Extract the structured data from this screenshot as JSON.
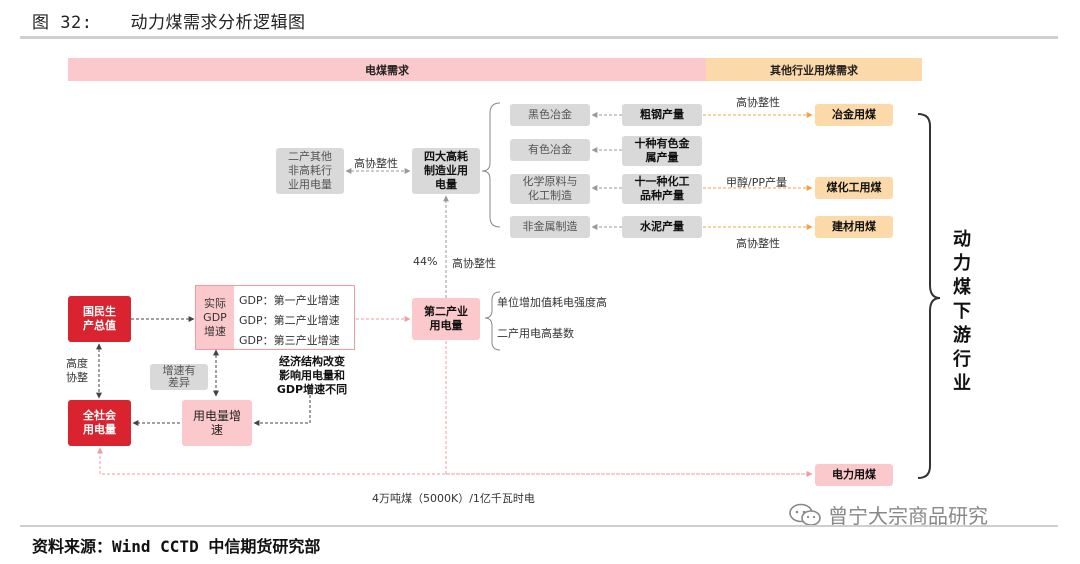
{
  "header": {
    "figure_number": "图 32:",
    "title": "动力煤需求分析逻辑图"
  },
  "banners": {
    "left": "电煤需求",
    "right": "其他行业用煤需求"
  },
  "top": {
    "other_secondary": "二产其他\n非高耗行\n业用电量",
    "four_high": "四大高耗\n制造业用\n电量",
    "coord_label": "高协整性",
    "industries": [
      "黑色冶金",
      "有色冶金",
      "化学原料与\n化工制造",
      "非金属制造"
    ],
    "products": [
      "粗钢产量",
      "十种有色金\n属产量",
      "十一种化工\n品种产量",
      "水泥产量"
    ],
    "product_labels": [
      "高协整性",
      "甲醇/PP产量",
      "高协整性"
    ],
    "coal_uses": [
      "冶金用煤",
      "煤化工用煤",
      "建材用煤"
    ]
  },
  "middle": {
    "pct": "44%",
    "coord_label": "高协整性",
    "secondary_power": "第二产业\n用电量",
    "unit_intensity": "单位增加值耗电强度高",
    "secondary_base": "二产用电高基数"
  },
  "left": {
    "gdp_total": "国民生\n产总值",
    "coord_vertical": "高度\n协整",
    "society_power": "全社会\n用电量",
    "gdp_real": "实际\nGDP\n增速",
    "gdp_lines": [
      "GDP：第一产业增速",
      "GDP：第二产业增速",
      "GDP：第三产业增速"
    ],
    "speed_diff": "增速有\n差异",
    "power_growth": "用电量增\n速",
    "structure_note": "经济结构改变\n影响用电量和\nGDP增速不同"
  },
  "bottom": {
    "power_coal": "电力用煤",
    "conversion": "4万吨煤（5000K）/1亿千瓦时电"
  },
  "side_label": "动力煤下游行业",
  "watermark": "曾宁大宗商品研究",
  "footer": {
    "source": "资料来源：Wind CCTD 中信期货研究部"
  },
  "colors": {
    "red": "#d9232e",
    "pink": "#fbc9cc",
    "peach": "#fcd9a8",
    "gray": "#d9d9d9"
  }
}
